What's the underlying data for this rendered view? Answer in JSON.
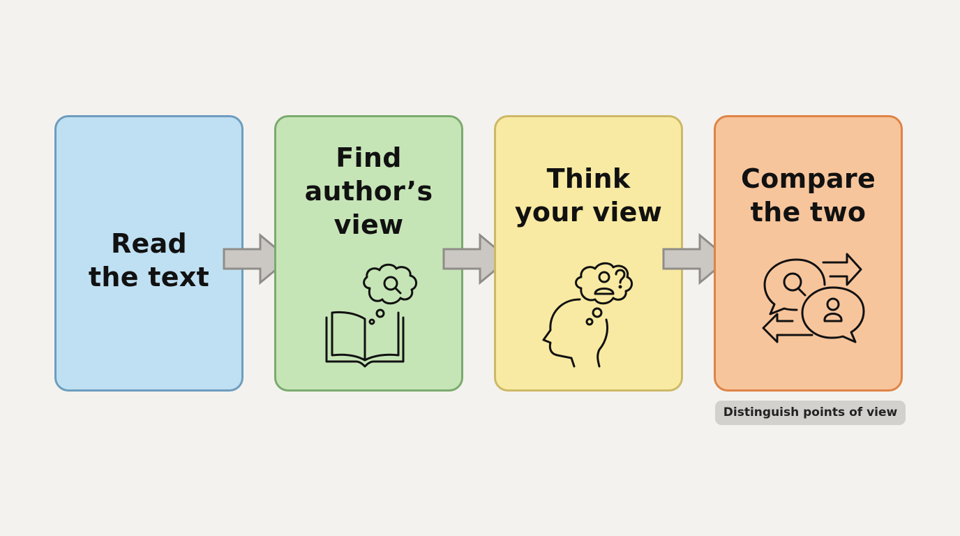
{
  "diagram": {
    "steps": [
      {
        "title": "Read\nthe text",
        "icon": "none",
        "fill": "#bfe0f2",
        "border": "#6d9dbf"
      },
      {
        "title": "Find\nauthor’s\nview",
        "icon": "book-thought-search-icon",
        "fill": "#c6e5b7",
        "border": "#7aab6e"
      },
      {
        "title": "Think\nyour view",
        "icon": "head-thought-person-question-icon",
        "fill": "#f8eaa2",
        "border": "#cdb868"
      },
      {
        "title": "Compare\nthe two",
        "icon": "speech-bubbles-exchange-icon",
        "fill": "#f7c59c",
        "border": "#de8446"
      }
    ],
    "arrows": [
      {
        "from": 0,
        "to": 1,
        "icon": "arrow-right-icon"
      },
      {
        "from": 1,
        "to": 2,
        "icon": "arrow-right-icon"
      },
      {
        "from": 2,
        "to": 3,
        "icon": "arrow-right-icon"
      }
    ],
    "caption": "Distinguish points of view",
    "colors": {
      "background": "#f4f2ee",
      "arrow_fill": "#cbc8c3",
      "arrow_stroke": "#908d89",
      "badge_fill": "#d3d1cd"
    }
  }
}
